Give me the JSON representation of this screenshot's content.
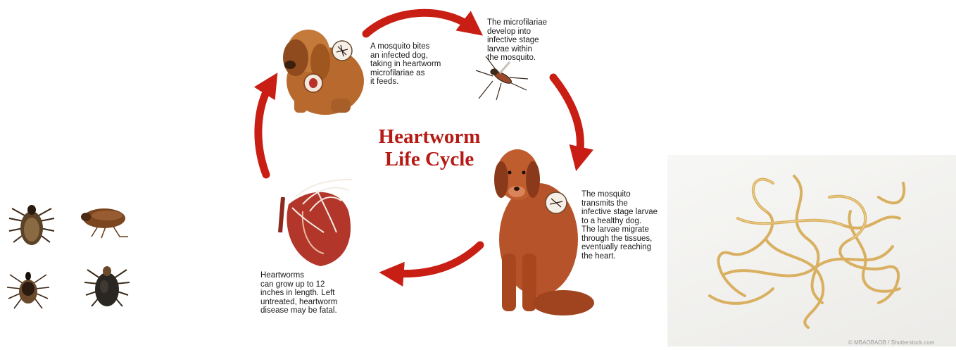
{
  "diagram": {
    "title_line1": "Heartworm",
    "title_line2": "Life Cycle",
    "steps": [
      {
        "name": "infected-dog",
        "caption": "A mosquito bites\nan infected dog,\ntaking in heartworm\nmicrofilariae as\nit feeds."
      },
      {
        "name": "mosquito-development",
        "caption": "The microfilariae\ndevelop into\ninfective stage\nlarvae within\nthe mosquito."
      },
      {
        "name": "healthy-dog",
        "caption": "The mosquito\ntransmits the\ninfective stage larvae\nto a healthy dog.\nThe larvae migrate\nthrough the tissues,\neventually reaching\nthe heart."
      },
      {
        "name": "heart",
        "caption": "Heartworms\ncan grow up to 12\ninches in length. Left\nuntreated, heartworm\ndisease may be fatal."
      }
    ],
    "arrow_color": "#c81e14",
    "title_color": "#b51a14"
  },
  "photo_credit": "© MBAOBAOB / Shutterstock.com",
  "parasites_panel": {
    "items": [
      "tick-icon",
      "flea-icon",
      "tick-icon",
      "tick-icon"
    ]
  }
}
